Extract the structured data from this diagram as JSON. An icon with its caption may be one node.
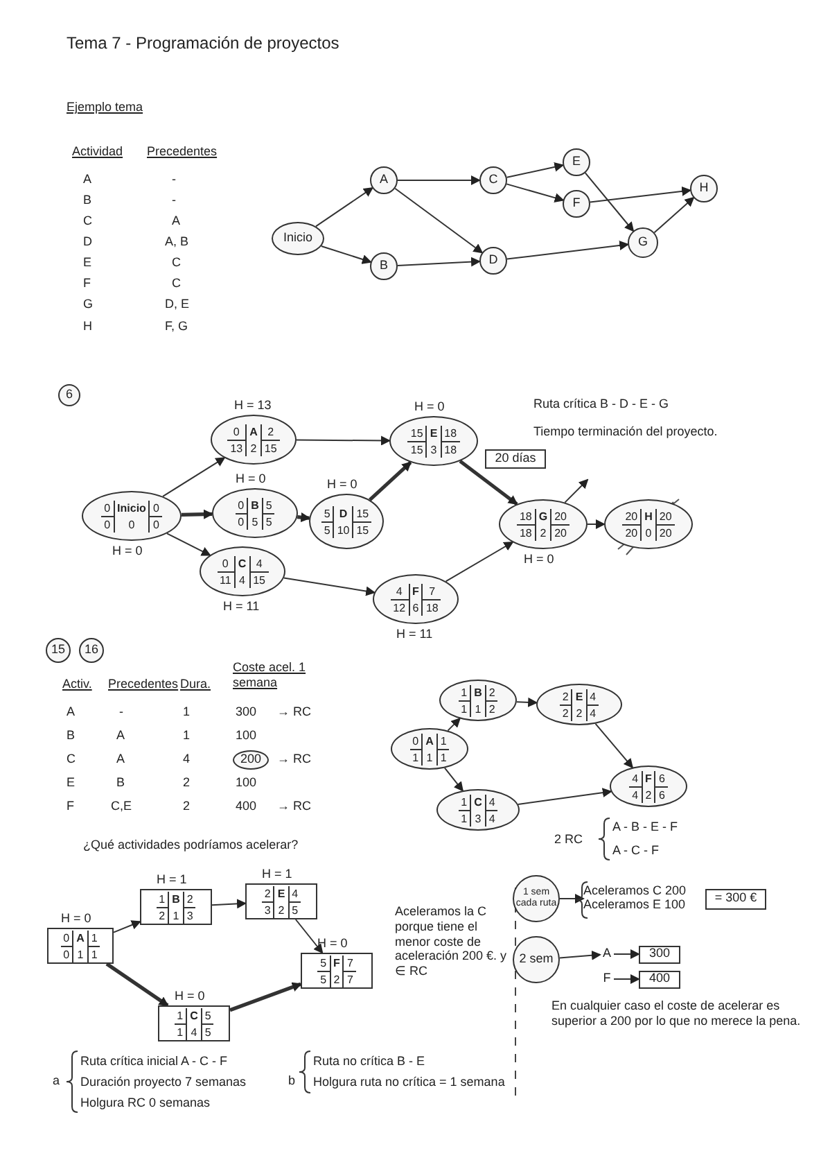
{
  "diagram": {
    "title": "Tema 7 - Programación de proyectos",
    "nodes": [
      {
        "text": [
          "Inicio"
        ]
      },
      {
        "text": [
          "A"
        ]
      },
      {
        "text": [
          "B"
        ]
      },
      {
        "text": [
          "C"
        ]
      },
      {
        "text": [
          "D"
        ]
      },
      {
        "text": [
          "E"
        ]
      },
      {
        "text": [
          "F"
        ]
      },
      {
        "text": [
          "G"
        ]
      },
      {
        "text": [
          "H"
        ]
      },
      {
        "text": [
          "6"
        ]
      },
      {
        "text": [
          "0",
          "Inicio",
          "0",
          "0",
          "0",
          "0"
        ],
        "beside": [
          "H = 0"
        ]
      },
      {
        "text": [
          "0",
          "A",
          "2",
          "13",
          "2",
          "15"
        ],
        "beside": [
          "H = 13"
        ]
      },
      {
        "text": [
          "0",
          "B",
          "5",
          "0",
          "5",
          "5"
        ],
        "beside": [
          "H = 0"
        ]
      },
      {
        "text": [
          "0",
          "C",
          "4",
          "11",
          "4",
          "15"
        ],
        "beside": [
          "H = 11"
        ]
      },
      {
        "text": [
          "5",
          "D",
          "15",
          "5",
          "10",
          "15"
        ],
        "beside": [
          "H = 0"
        ]
      },
      {
        "text": [
          "15",
          "E",
          "18",
          "15",
          "3",
          "18"
        ],
        "beside": [
          "H = 0"
        ]
      },
      {
        "text": [
          "4",
          "F",
          "7",
          "12",
          "6",
          "18"
        ],
        "beside": [
          "H = 11"
        ]
      },
      {
        "text": [
          "18",
          "G",
          "20",
          "18",
          "2",
          "20"
        ],
        "beside": [
          "H = 0"
        ]
      },
      {
        "text": [
          "20",
          "H",
          "20",
          "20",
          "0",
          "20"
        ]
      },
      {
        "text": [
          "20 días"
        ]
      },
      {
        "text": [
          "15"
        ]
      },
      {
        "text": [
          "16"
        ]
      },
      {
        "text": [
          "200"
        ]
      },
      {
        "text": [
          "0",
          "A",
          "1",
          "1",
          "1",
          "1"
        ]
      },
      {
        "text": [
          "1",
          "B",
          "2",
          "1",
          "1",
          "2"
        ]
      },
      {
        "text": [
          "2",
          "E",
          "4",
          "2",
          "2",
          "4"
        ]
      },
      {
        "text": [
          "1",
          "C",
          "4",
          "1",
          "3",
          "4"
        ]
      },
      {
        "text": [
          "4",
          "F",
          "6",
          "4",
          "2",
          "6"
        ]
      },
      {
        "text": [
          "0",
          "A",
          "1",
          "0",
          "1",
          "1"
        ],
        "beside": [
          "H = 0"
        ]
      },
      {
        "text": [
          "1",
          "B",
          "2",
          "2",
          "1",
          "3"
        ],
        "beside": [
          "H = 1"
        ]
      },
      {
        "text": [
          "2",
          "E",
          "4",
          "3",
          "2",
          "5"
        ],
        "beside": [
          "H = 1"
        ]
      },
      {
        "text": [
          "5",
          "F",
          "7",
          "5",
          "2",
          "7"
        ],
        "beside": [
          "H = 0"
        ]
      },
      {
        "text": [
          "1",
          "C",
          "5",
          "1",
          "4",
          "5"
        ],
        "beside": [
          "H = 0"
        ]
      },
      {
        "text": [
          "1 sem cada ruta"
        ]
      },
      {
        "text": [
          "Aceleramos C 200",
          "Aceleramos E 100"
        ]
      },
      {
        "text": [
          "= 300 €"
        ]
      },
      {
        "text": [
          "2 sem"
        ]
      },
      {
        "text": [
          "A"
        ]
      },
      {
        "text": [
          "300"
        ]
      },
      {
        "text": [
          "F"
        ]
      },
      {
        "text": [
          "400"
        ]
      }
    ],
    "edges": [
      {
        "from": 0,
        "to": 1,
        "arrow": "to"
      },
      {
        "from": 0,
        "to": 2,
        "arrow": "to"
      },
      {
        "from": 1,
        "to": 3,
        "arrow": "to"
      },
      {
        "from": 1,
        "to": 4,
        "arrow": "to"
      },
      {
        "from": 2,
        "to": 4,
        "arrow": "to"
      },
      {
        "from": 3,
        "to": 5,
        "arrow": "to"
      },
      {
        "from": 3,
        "to": 6,
        "arrow": "to"
      },
      {
        "from": 5,
        "to": 7,
        "arrow": "to"
      },
      {
        "from": 6,
        "to": 8,
        "arrow": "to"
      },
      {
        "from": 4,
        "to": 7,
        "arrow": "to"
      },
      {
        "from": 7,
        "to": 8,
        "arrow": "to"
      },
      {
        "from": 10,
        "to": 11,
        "arrow": "to"
      },
      {
        "from": 10,
        "to": 12,
        "arrow": "to",
        "style": "thick"
      },
      {
        "from": 10,
        "to": 13,
        "arrow": "to"
      },
      {
        "from": 11,
        "to": 15,
        "arrow": "to"
      },
      {
        "from": 12,
        "to": 14,
        "arrow": "to",
        "style": "thick"
      },
      {
        "from": 14,
        "to": 15,
        "arrow": "to",
        "style": "thick"
      },
      {
        "from": 13,
        "to": 16,
        "arrow": "to"
      },
      {
        "from": 16,
        "to": 17,
        "arrow": "to"
      },
      {
        "from": 15,
        "to": 17,
        "arrow": "to",
        "style": "thick"
      },
      {
        "from": 17,
        "to": 18,
        "arrow": "to"
      },
      {
        "from": 17,
        "to": null,
        "arrow": "to"
      },
      {
        "from": 23,
        "to": 24,
        "arrow": "to"
      },
      {
        "from": 24,
        "to": 25,
        "arrow": "to"
      },
      {
        "from": 25,
        "to": 27,
        "arrow": "to"
      },
      {
        "from": 23,
        "to": 26,
        "arrow": "to"
      },
      {
        "from": 26,
        "to": 27,
        "arrow": "to"
      },
      {
        "from": 28,
        "to": 29,
        "arrow": "to"
      },
      {
        "from": 29,
        "to": 30,
        "arrow": "to"
      },
      {
        "from": 30,
        "to": 31,
        "arrow": "to"
      },
      {
        "from": 28,
        "to": 32,
        "arrow": "to",
        "style": "thick"
      },
      {
        "from": 32,
        "to": 31,
        "arrow": "to",
        "style": "thick"
      },
      {
        "from": 33,
        "to": 34,
        "arrow": "to"
      },
      {
        "from": 36,
        "to": 37,
        "arrow": "to"
      },
      {
        "from": 37,
        "to": 38,
        "arrow": "to"
      },
      {
        "from": 39,
        "to": 40,
        "arrow": "to"
      }
    ],
    "labels": [
      "Ejemplo tema",
      "Actividad",
      "Precedentes",
      "A",
      "-",
      "B",
      "-",
      "C",
      "A",
      "D",
      "A, B",
      "E",
      "C",
      "F",
      "C",
      "G",
      "D, E",
      "H",
      "F, G",
      "Ruta crítica B - D - E - G",
      "Tiempo terminación del proyecto.",
      "Activ.",
      "Precedentes",
      "Dura.",
      "Coste acel. 1 semana",
      "A",
      "-",
      "1",
      "300",
      "→ RC",
      "B",
      "A",
      "1",
      "100",
      "C",
      "A",
      "4",
      "→ RC",
      "E",
      "B",
      "2",
      "100",
      "F",
      "C,E",
      "2",
      "400",
      "→ RC",
      "¿Qué actividades podríamos acelerar?",
      "Aceleramos la C porque tiene el menor coste de aceleración 200 €. y ∈ RC",
      "a",
      "Ruta crítica inicial A - C - F",
      "Duración proyecto 7 semanas",
      "Holgura RC 0 semanas",
      "b",
      "Ruta no crítica B - E",
      "Holgura ruta no crítica = 1 semana",
      "2 RC",
      "A - B - E - F",
      "A - C - F",
      "En cualquier caso el coste de acelerar es superior a 200 por lo que no merece la pena."
    ]
  }
}
